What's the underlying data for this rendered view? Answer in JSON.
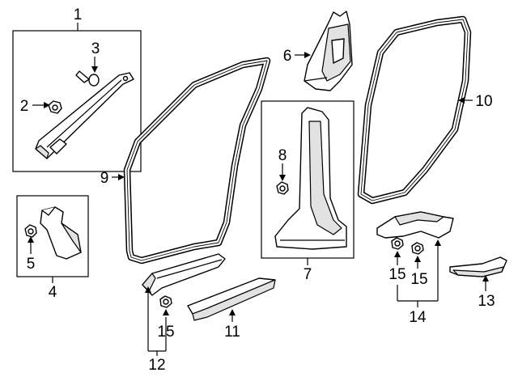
{
  "callouts": {
    "c1": "1",
    "c2": "2",
    "c3": "3",
    "c4": "4",
    "c5": "5",
    "c6": "6",
    "c7": "7",
    "c8": "8",
    "c9": "9",
    "c10": "10",
    "c11": "11",
    "c12": "12",
    "c13": "13",
    "c14": "14",
    "c15a": "15",
    "c15b": "15",
    "c15c": "15"
  }
}
